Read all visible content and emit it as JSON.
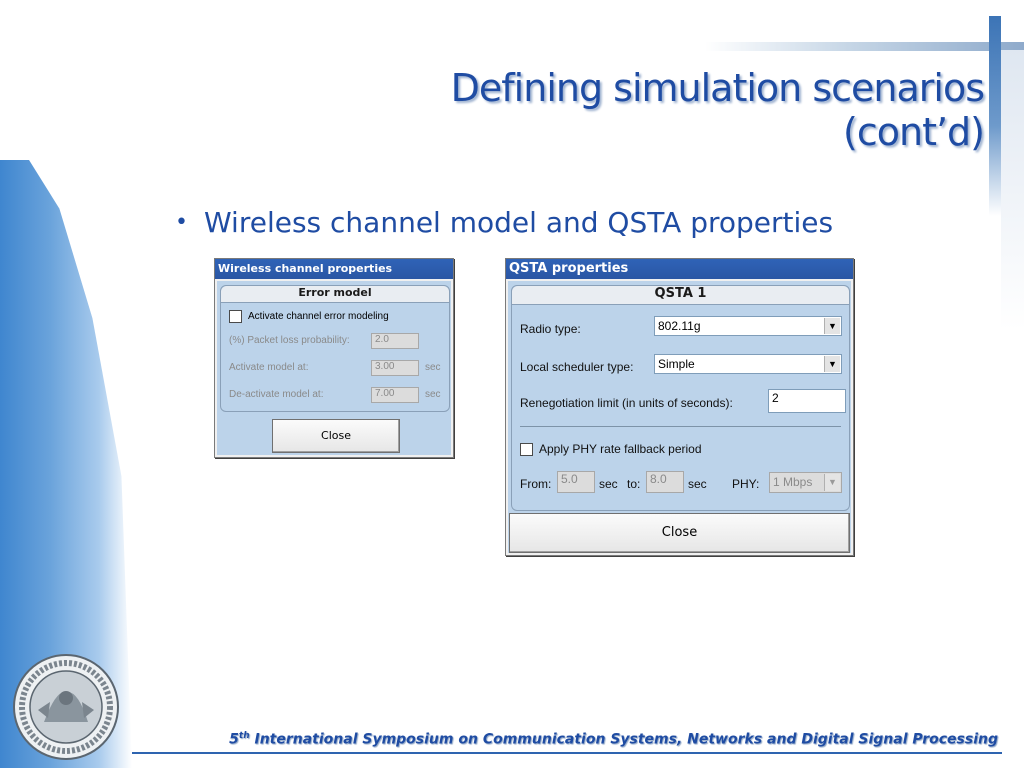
{
  "slide": {
    "title": "Defining simulation scenarios (cont’d)",
    "bullet": "Wireless channel model and QSTA properties",
    "footer": {
      "number": "5",
      "ordinal_suffix": "th",
      "text": " International Symposium on Communication Systems, Networks and Digital Signal Processing"
    }
  },
  "wireless_dialog": {
    "title": "Wireless channel properties",
    "section_title": "Error model",
    "activate_checkbox": {
      "label": "Activate channel error modeling",
      "checked": false
    },
    "packet_loss": {
      "label": "(%) Packet loss probability:",
      "value": "2.0"
    },
    "activate_at": {
      "label": "Activate model at:",
      "value": "3.00",
      "unit": "sec"
    },
    "deactivate_at": {
      "label": "De-activate model at:",
      "value": "7.00",
      "unit": "sec"
    },
    "close_label": "Close"
  },
  "qsta_dialog": {
    "title": "QSTA properties",
    "section_title": "QSTA 1",
    "radio_type": {
      "label": "Radio type:",
      "value": "802.11g"
    },
    "scheduler_type": {
      "label": "Local scheduler type:",
      "value": "Simple"
    },
    "renegotiation": {
      "label": "Renegotiation limit (in units of seconds):",
      "value": "2"
    },
    "phy_fallback": {
      "label": "Apply PHY rate fallback period",
      "checked": false
    },
    "from": {
      "label": "From:",
      "value": "5.0",
      "unit": "sec"
    },
    "to": {
      "label": "to:",
      "value": "8.0",
      "unit": "sec"
    },
    "phy": {
      "label": "PHY:",
      "value": "1 Mbps"
    },
    "close_label": "Close"
  },
  "colors": {
    "title_blue": "#1f4ca3",
    "dialog_titlebar": "#2a56a4",
    "dialog_body": "#bcd3ea"
  }
}
